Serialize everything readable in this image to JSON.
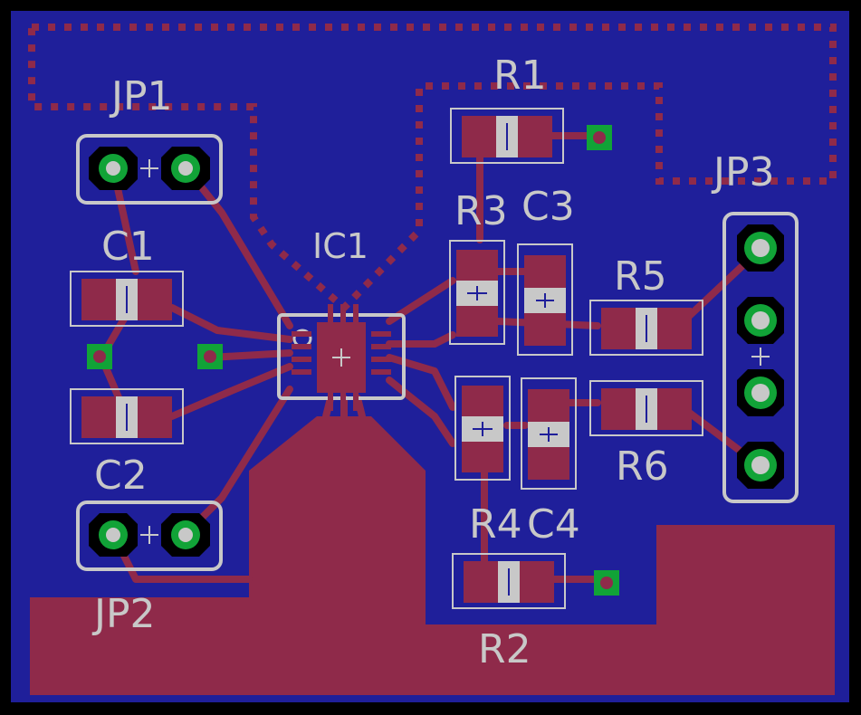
{
  "board": {
    "colors": {
      "background": "#000000",
      "copper_pour": "#1f1f9a",
      "trace": "#8f2a4a",
      "pad": "#8f2a4a",
      "silkscreen": "#c8c8c8",
      "via_ring": "#11a337",
      "drill": "#000000"
    },
    "labels": {
      "jp1": "JP1",
      "jp2": "JP2",
      "jp3": "JP3",
      "c1": "C1",
      "c2": "C2",
      "c3": "C3",
      "c4": "C4",
      "r1": "R1",
      "r2": "R2",
      "r3": "R3",
      "r4": "R4",
      "r5": "R5",
      "r6": "R6",
      "ic1": "IC1"
    }
  }
}
